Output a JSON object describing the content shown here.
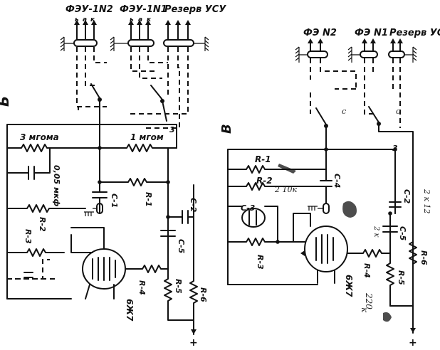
{
  "left": {
    "panel_letter": "Б",
    "connectors": {
      "fzu_n2": "ФЭУ-1N2",
      "fzu_n1": "ФЭУ-1N1",
      "reserve": "Резерв УСУ"
    },
    "pins_n2": [
      "ь",
      "а",
      "к"
    ],
    "pins_n1": [
      "ь",
      "а",
      "к"
    ],
    "switch_mark": "3",
    "components": {
      "r_3meg": "3 мгома",
      "r_1meg": "1 мгом",
      "cap_005": "0,05 мкф",
      "r1": "R-1",
      "r2": "R-2",
      "r3": "R-3",
      "r4": "R-4",
      "r5": "R-5",
      "r6": "R-6",
      "c1": "C-1",
      "c2": "C-2",
      "c5": "C-5",
      "tube": "6Ж7",
      "plus": "+"
    }
  },
  "right": {
    "panel_letter": "В",
    "connectors": {
      "fz_n2": "ФЭ N2",
      "fz_n1": "ФЭ N1",
      "reserve": "Резерв УСУ"
    },
    "switch_mark": "3",
    "components": {
      "r1": "R-1",
      "r2": "R-2",
      "r3": "R-3",
      "r4": "R-4",
      "r5": "R-5",
      "r6": "R-6",
      "c2": "C-2",
      "c3": "C-3",
      "c4": "C-4",
      "c5": "C-5",
      "tube": "6Ж7",
      "plus": "+"
    },
    "handwritten": {
      "r2_note": "2 10к",
      "c5_note": "2 к",
      "c2_note": "2 к 12",
      "r4_note": "220",
      "r4_unit": "к"
    }
  }
}
